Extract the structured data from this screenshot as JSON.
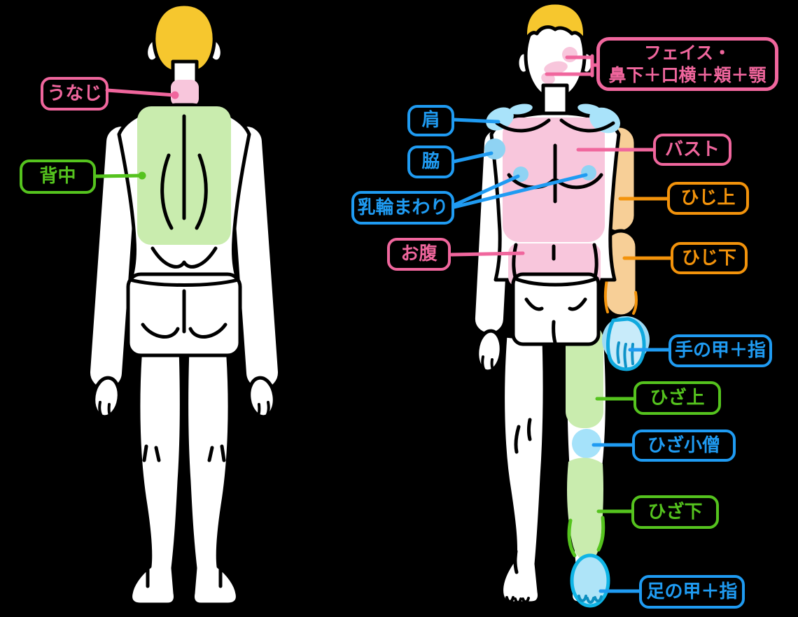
{
  "diagram": {
    "description_visible_text_only": true,
    "figures": {
      "back_view": "male-body-back",
      "front_view": "male-body-front"
    }
  },
  "labels": {
    "unaji": {
      "text": "うなじ",
      "color": "pink"
    },
    "senaka": {
      "text": "背中",
      "color": "green"
    },
    "face": {
      "line1": "フェイス・",
      "line2": "鼻下＋口横＋頬＋顎",
      "color": "pink"
    },
    "kata": {
      "text": "肩",
      "color": "blue"
    },
    "waki": {
      "text": "脇",
      "color": "blue"
    },
    "nyurin_mawari": {
      "text": "乳輪まわり",
      "color": "blue"
    },
    "onaka": {
      "text": "お腹",
      "color": "pink"
    },
    "bust": {
      "text": "バスト",
      "color": "pink"
    },
    "hiji_ue": {
      "text": "ひじ上",
      "color": "orange"
    },
    "hiji_shita": {
      "text": "ひじ下",
      "color": "orange"
    },
    "te_no_kou_yubi": {
      "text": "手の甲＋指",
      "color": "blue"
    },
    "hiza_ue": {
      "text": "ひざ上",
      "color": "green"
    },
    "hiza_kozou": {
      "text": "ひざ小僧",
      "color": "blue"
    },
    "hiza_shita": {
      "text": "ひざ下",
      "color": "green"
    },
    "ashi_no_kou_yubi": {
      "text": "足の甲＋指",
      "color": "blue"
    }
  },
  "colors": {
    "pink": "#f0669d",
    "green": "#55c31e",
    "blue": "#1f9bf2",
    "orange": "#f3930b",
    "pink_fill": "#f8c6dc",
    "green_fill": "#c9ecae",
    "blue_fill": "#a9e3fa",
    "blue_fill_deep": "#8fd3f3",
    "knee_fill": "#a5e2fa",
    "foot_fill": "#aee4f8",
    "foot_stroke": "#0fb5e6",
    "hand_fill": "#c8ebfa",
    "hand_stroke": "#10a9de",
    "hand_circle": "#9edbf5",
    "arm_fill": "#f7cf97",
    "hair": "#f6c72e",
    "body": "#ffffff",
    "outline": "#000000",
    "background": "#000000"
  }
}
